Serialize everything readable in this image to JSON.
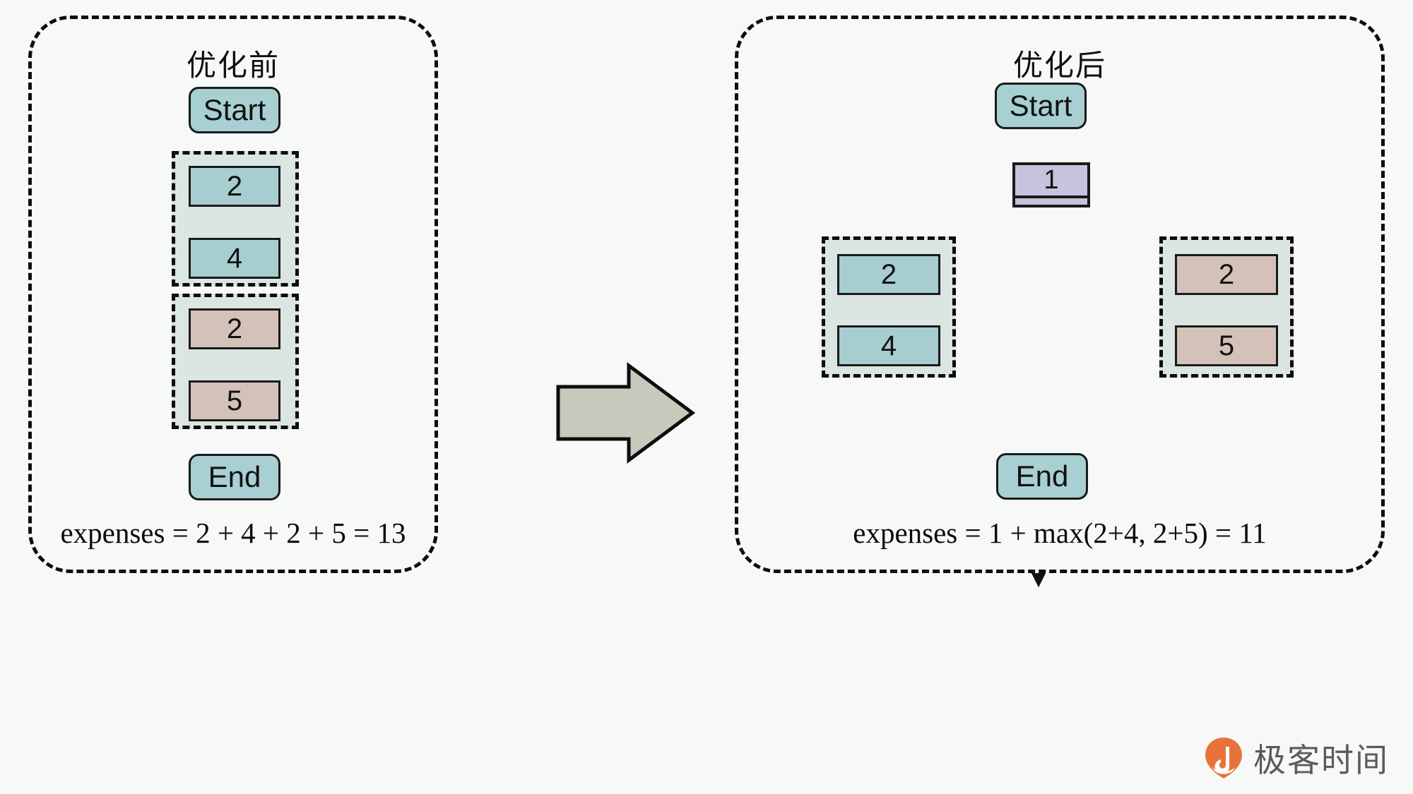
{
  "diagram": {
    "kind": "flowchart-comparison",
    "accent_colors": {
      "page_background": "#f7f9f8",
      "outline": "#0d0d0d",
      "terminal_fill": "#a8cfd2",
      "teal_fill": "#a7cdd1",
      "tan_fill": "#d4c2b9",
      "fork_fill": "#c6c3dd",
      "group_fill": "#dbe5e2",
      "transition_arrow_fill": "#c8c9bc",
      "watermark_orange": "#e8733a",
      "watermark_text": "#5b5b5b"
    }
  },
  "panels": {
    "before": {
      "title": "优化前",
      "start_label": "Start",
      "end_label": "End",
      "groups": [
        {
          "name": "group-a",
          "nodes": [
            {
              "label": "2",
              "style": "teal"
            },
            {
              "label": "4",
              "style": "teal"
            }
          ]
        },
        {
          "name": "group-b",
          "nodes": [
            {
              "label": "2",
              "style": "tan"
            },
            {
              "label": "5",
              "style": "tan"
            }
          ]
        }
      ],
      "formula": "expenses = 2 + 4 + 2 + 5 = 13"
    },
    "after": {
      "title": "优化后",
      "start_label": "Start",
      "end_label": "End",
      "fork": {
        "label": "1",
        "style": "fork"
      },
      "branches": [
        {
          "name": "branch-left",
          "nodes": [
            {
              "label": "2",
              "style": "teal"
            },
            {
              "label": "4",
              "style": "teal"
            }
          ]
        },
        {
          "name": "branch-right",
          "nodes": [
            {
              "label": "2",
              "style": "tan"
            },
            {
              "label": "5",
              "style": "tan"
            }
          ]
        }
      ],
      "formula": "expenses = 1 + max(2+4, 2+5) = 11"
    }
  },
  "transition": {
    "icon": "right-arrow-icon"
  },
  "watermark": {
    "icon": "geektime-logo-icon",
    "text": "极客时间"
  }
}
